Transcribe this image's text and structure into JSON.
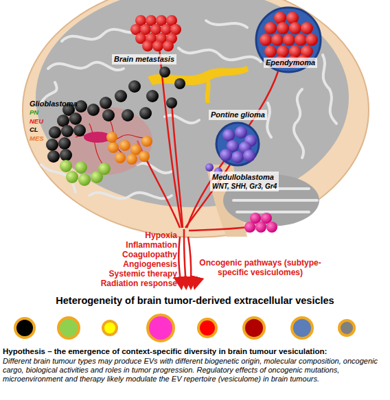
{
  "diagram": {
    "title": "Heterogeneity of brain tumor-derived extracellular vesicles",
    "caption": "Different brain tumour types may produce EVs with different biogenetic origin, molecular composition, oncogenic cargo, biological activities and roles in tumor progression. Regulatory effects of oncogenic mutations, microenvironment and therapy likely modulate the EV repertoire (vesiculome) in brain tumours.",
    "nodes": [
      {
        "text": [
          "Brain metastasis"
        ]
      },
      {
        "text": [
          "Ependymoma"
        ]
      },
      {
        "text": [
          "Glioblastoma",
          "PN",
          "NEU",
          "CL",
          "MES"
        ]
      },
      {
        "text": [
          "Pontine glioma"
        ]
      },
      {
        "text": [
          "Medulloblastoma",
          "WNT, SHH, Gr3, Gr4"
        ]
      }
    ],
    "labels": [
      "Hypoxia",
      "Inflammation",
      "Coagulopathy",
      "Angiogenesis",
      "Systemic therapy",
      "Radiation response",
      "Oncogenic pathways (subtype-specific vesiculomes)",
      "Hypothesis – the emergence of context-specific diversity in brain tumour vesiculation:"
    ]
  }
}
